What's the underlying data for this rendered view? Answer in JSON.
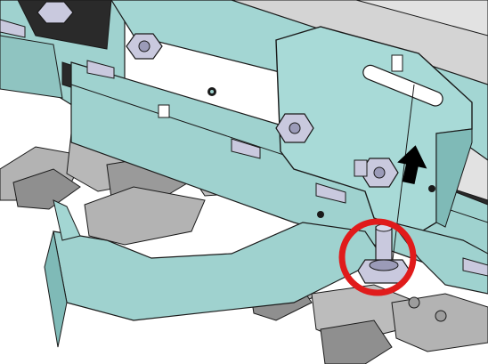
{
  "figure": {
    "subject": "mower-cutterbar-assembly",
    "callout": {
      "shape": "circle",
      "marks": "bolt-at-lower-mount",
      "color": "#e01b1b"
    },
    "direction_arrow": {
      "direction": "up",
      "color": "#000000"
    },
    "colors": {
      "frame_fill": "#9fd2cf",
      "frame_shade": "#7fbab7",
      "outline": "#1a1a1a",
      "hardware": "#c9c9de",
      "hardware_dark": "#9b9bb8",
      "knife_gray": "#b5b5b5",
      "knife_dark": "#8f8f8f",
      "dark_band": "#2a2a2a",
      "rear_gray": "#d9d9d9"
    }
  }
}
